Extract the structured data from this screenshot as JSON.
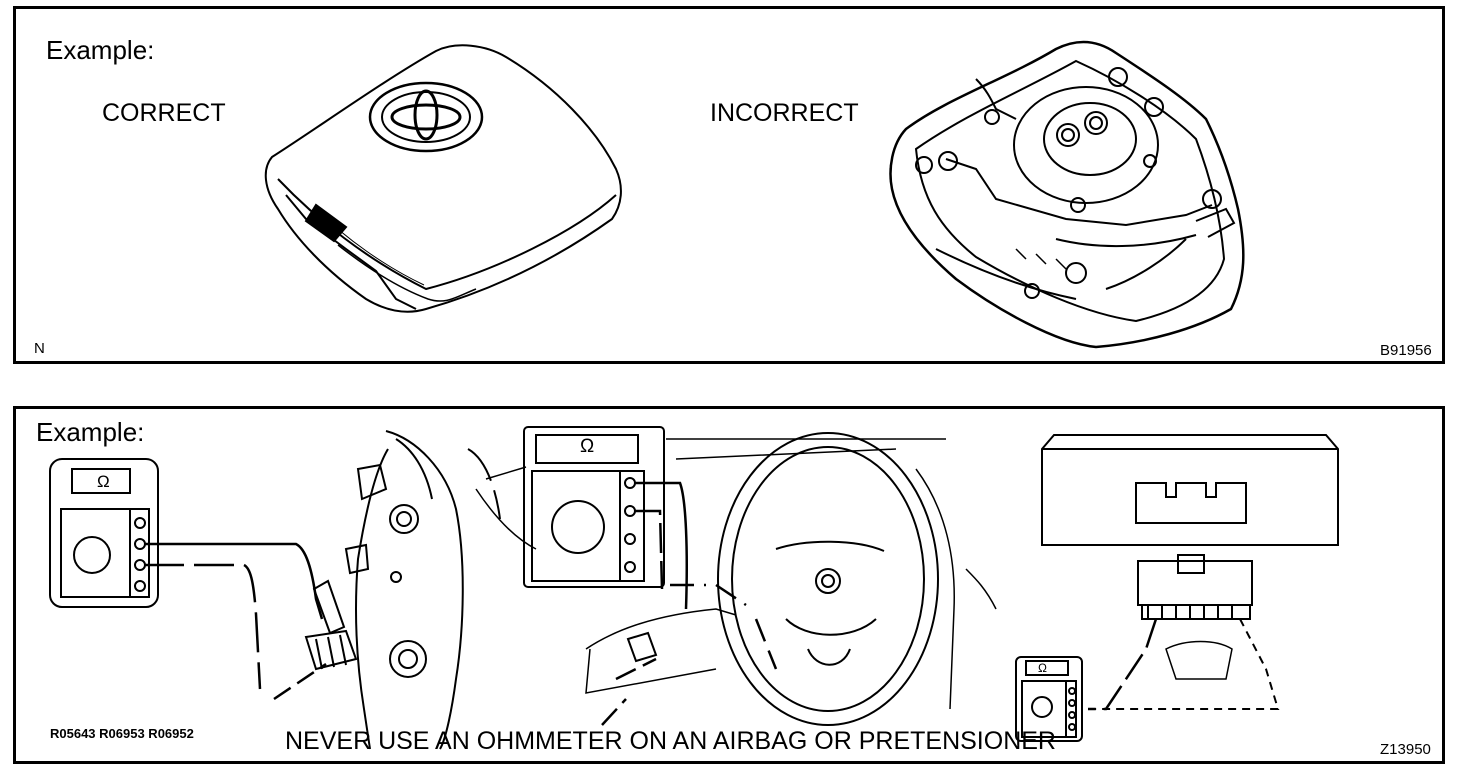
{
  "panel_top": {
    "example_label": "Example:",
    "correct_label": "CORRECT",
    "incorrect_label": "INCORRECT",
    "corner_mark": "N",
    "figure_code": "B91956"
  },
  "panel_bottom": {
    "example_label": "Example:",
    "meter_symbol": "Ω",
    "reference_codes": "R05643 R06953 R06952",
    "warning_text": "NEVER USE AN OHMMETER ON AN AIRBAG OR PRETENSIONER",
    "figure_code": "Z13950"
  }
}
